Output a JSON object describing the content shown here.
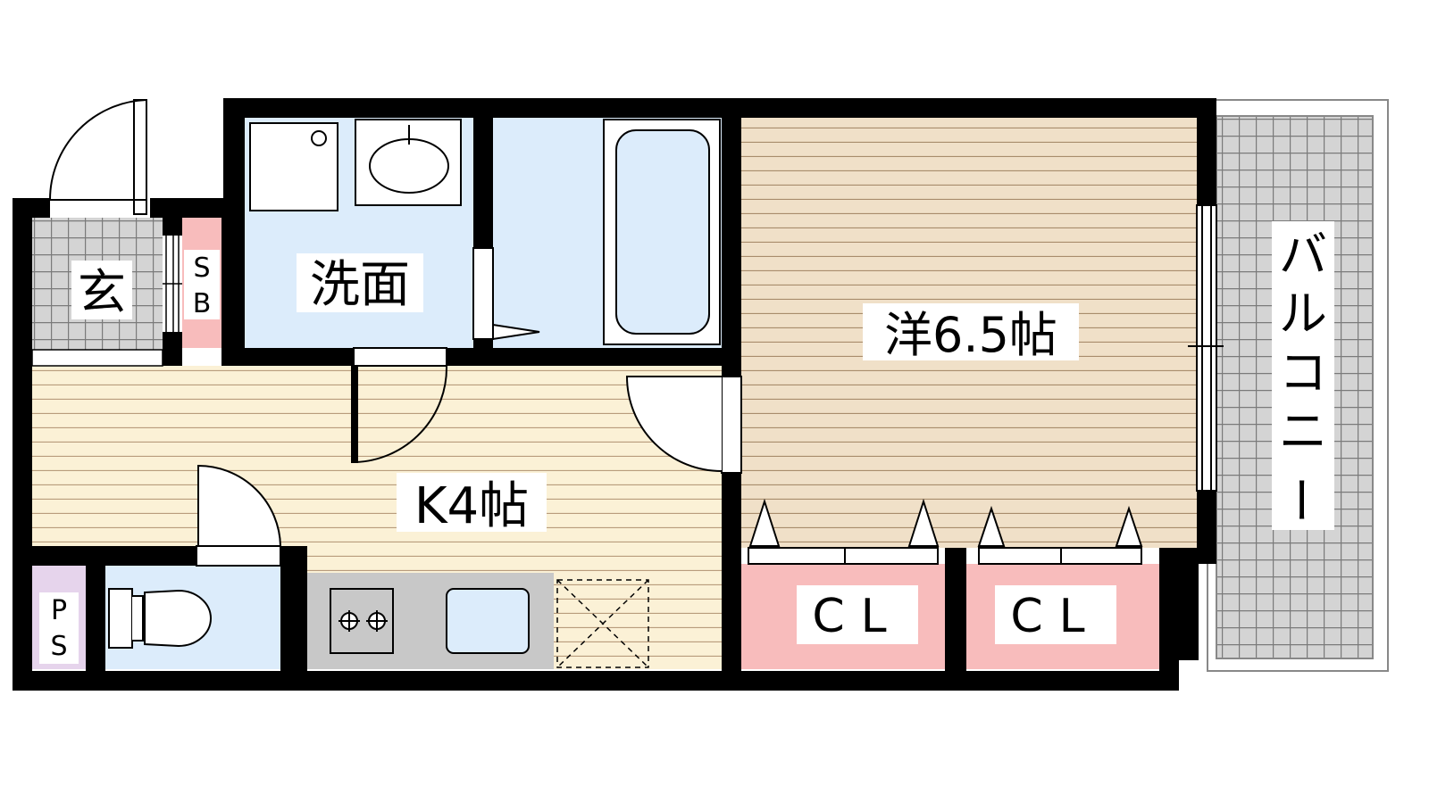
{
  "rooms": {
    "entrance": "玄",
    "shoe_box": [
      "S",
      "B"
    ],
    "washroom": "洗面",
    "western_room": "洋6.5帖",
    "kitchen": "K4帖",
    "balcony": [
      "バ",
      "ル",
      "コ",
      "ニ",
      "ー"
    ],
    "pipe_space": [
      "P",
      "S"
    ],
    "closet_1": "CL",
    "closet_2": "CL"
  },
  "colors": {
    "wall": "#000000",
    "wet_area": "#dcecfb",
    "floor_kitchen": "#fbf1d6",
    "floor_western": "#f0e0c8",
    "floor_stripe": "#b89c7c",
    "closet": "#f8bcbc",
    "shoe_box": "#f8bcbc",
    "pipe_space": "#e6d4ec",
    "tile": "#d4d4d4",
    "tile_line": "#7a7a7a",
    "counter": "#c8c8c8"
  }
}
